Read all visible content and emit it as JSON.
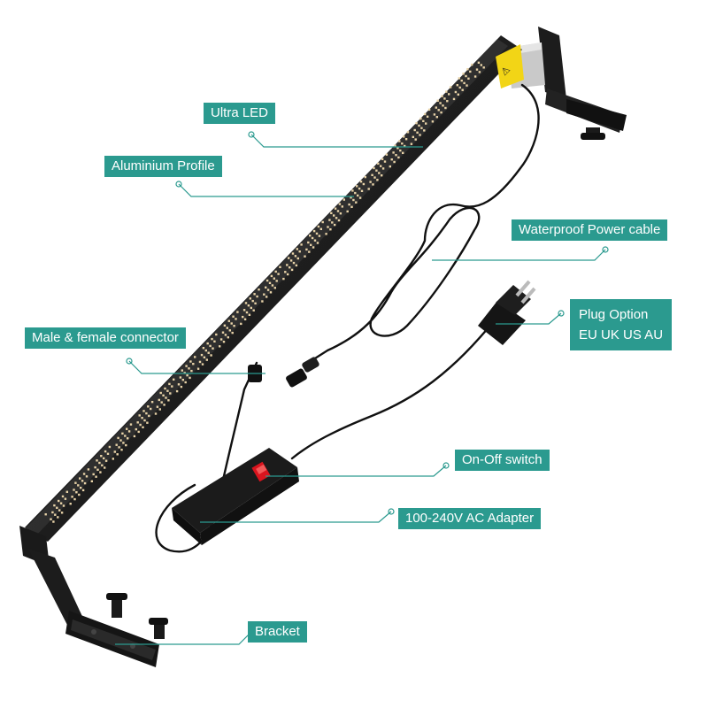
{
  "callouts": {
    "ultra_led": "Ultra LED",
    "aluminium_profile": "Aluminium Profile",
    "waterproof_cable": "Waterproof Power cable",
    "plug_option_title": "Plug Option",
    "plug_option_regions": "EU UK US AU",
    "connector": "Male & female connector",
    "switch": "On-Off switch",
    "adapter": "100-240V AC Adapter",
    "bracket": "Bracket"
  },
  "colors": {
    "callout_bg": "#2b9a8f",
    "callout_text": "#ffffff",
    "leader_line": "#2b9a8f",
    "bar_body": "#1a1a1a",
    "led_warm": "#e8d3a8",
    "switch_red": "#d9141e",
    "warning_label": "#f2d516"
  }
}
